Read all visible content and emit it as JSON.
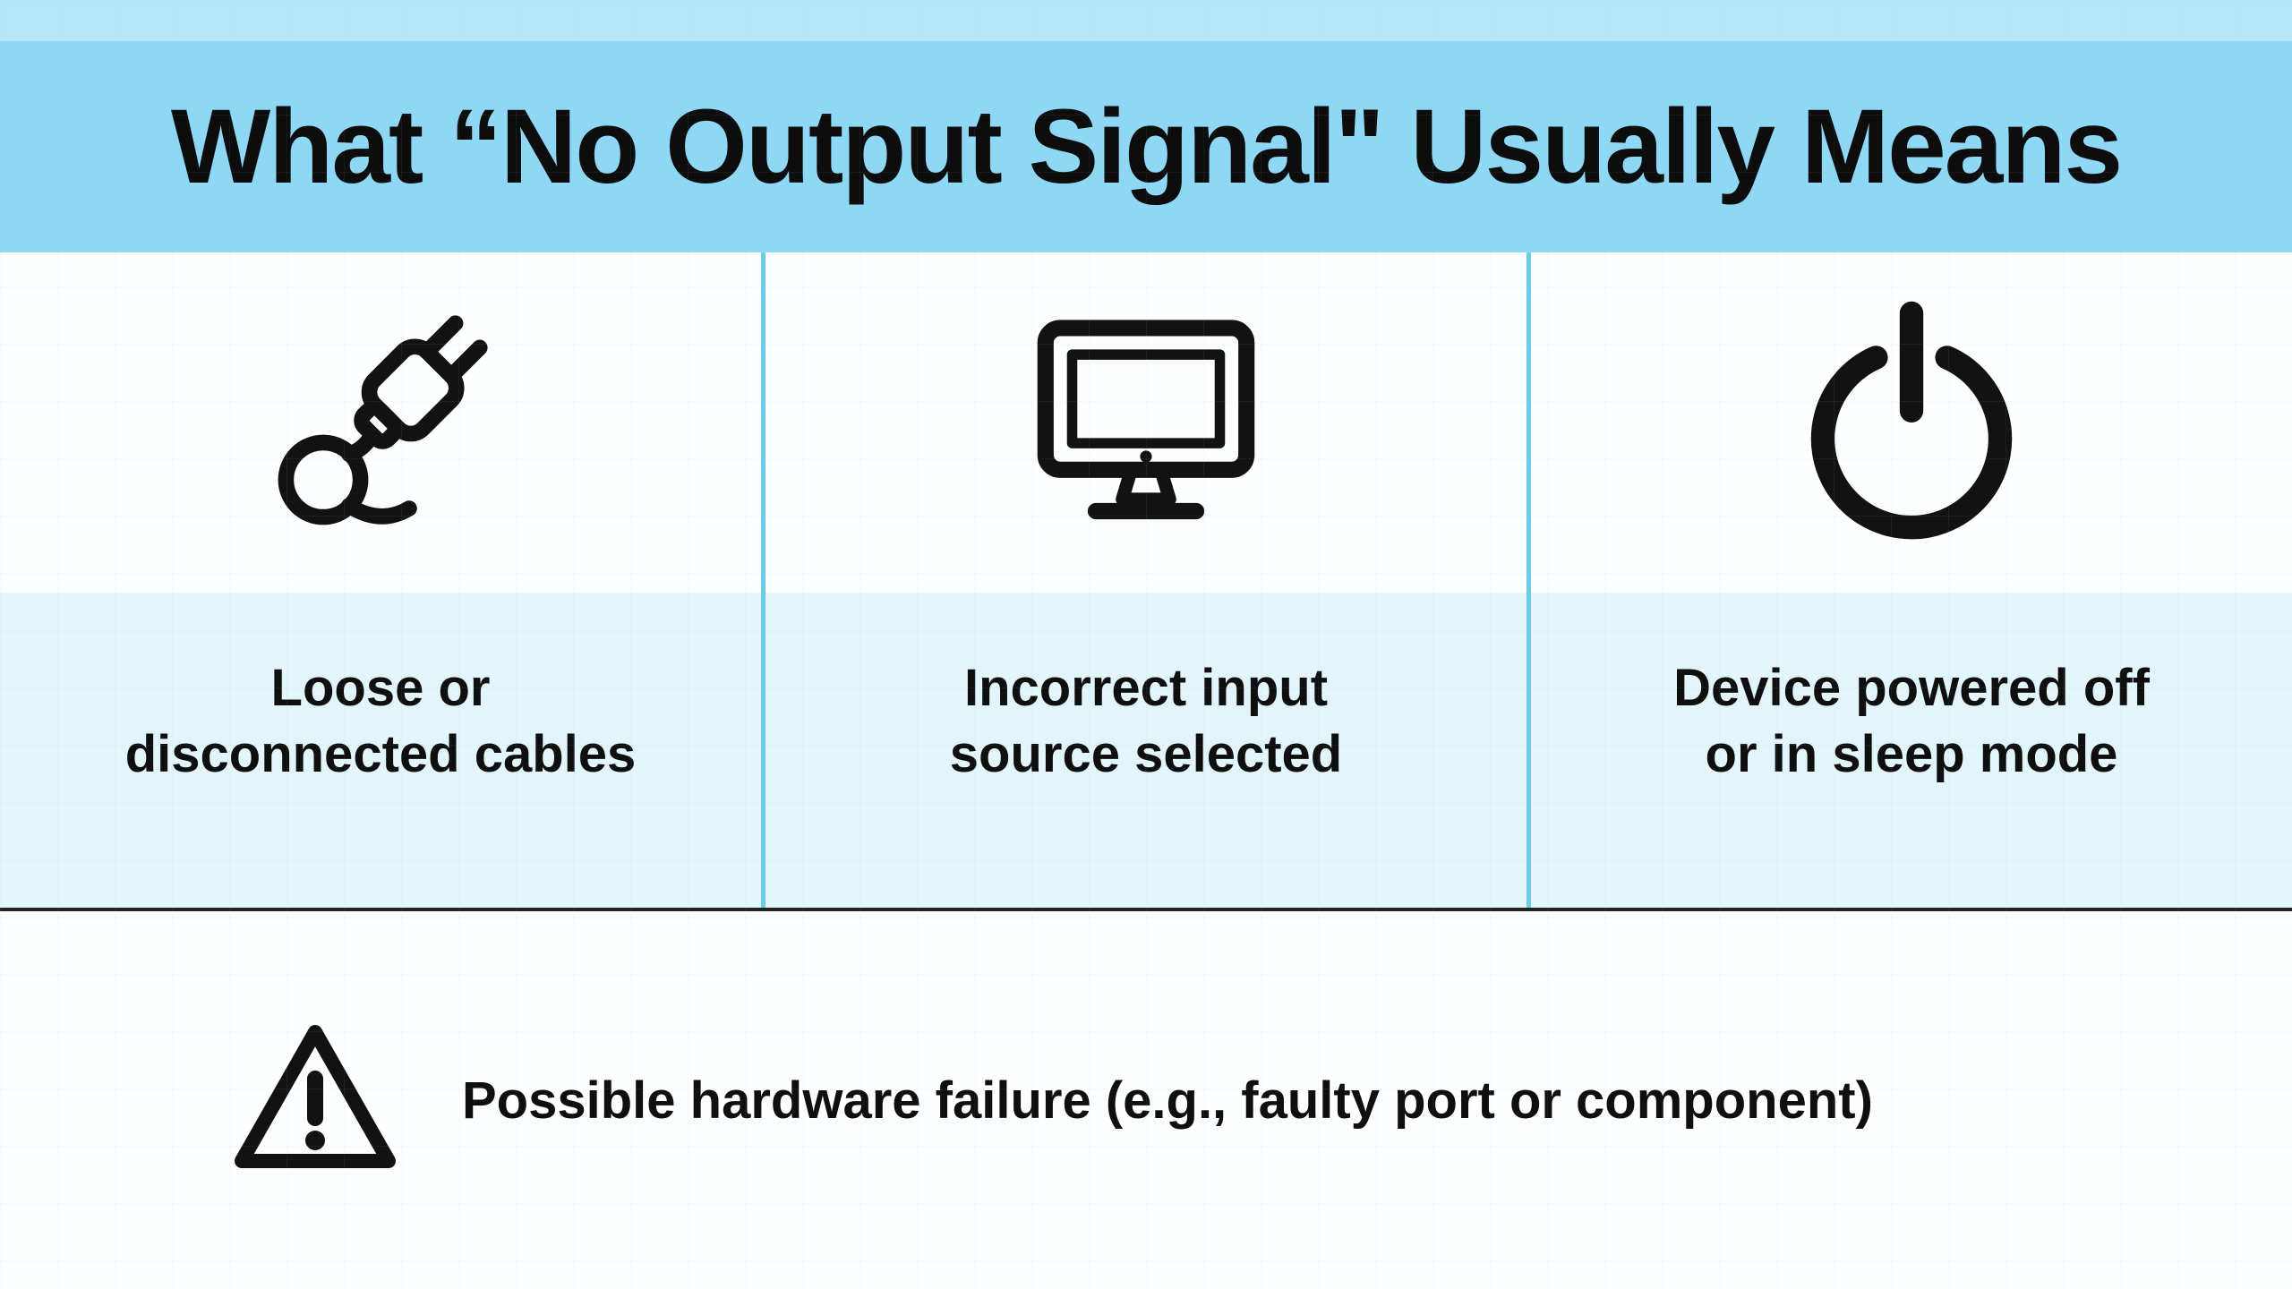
{
  "header": {
    "title": "What “No Output Signal\" Usually Means"
  },
  "columns": [
    {
      "icon": "unplugged-cable-icon",
      "label": "Loose or\ndisconnected cables"
    },
    {
      "icon": "monitor-icon",
      "label": "Incorrect input\nsource selected"
    },
    {
      "icon": "power-button-icon",
      "label": "Device powered off\nor in sleep mode"
    }
  ],
  "footer": {
    "icon": "warning-triangle-icon",
    "note": "Possible hardware failure (e.g., faulty port or component)"
  },
  "colors": {
    "top_strip": "#b6e7f9",
    "header_bg": "#8ed8f5",
    "icon_area_bg": "#fdfeff",
    "label_band_bg": "#e1f5fb",
    "column_divider": "#6ecaec",
    "section_divider": "#232323",
    "text": "#111111"
  }
}
